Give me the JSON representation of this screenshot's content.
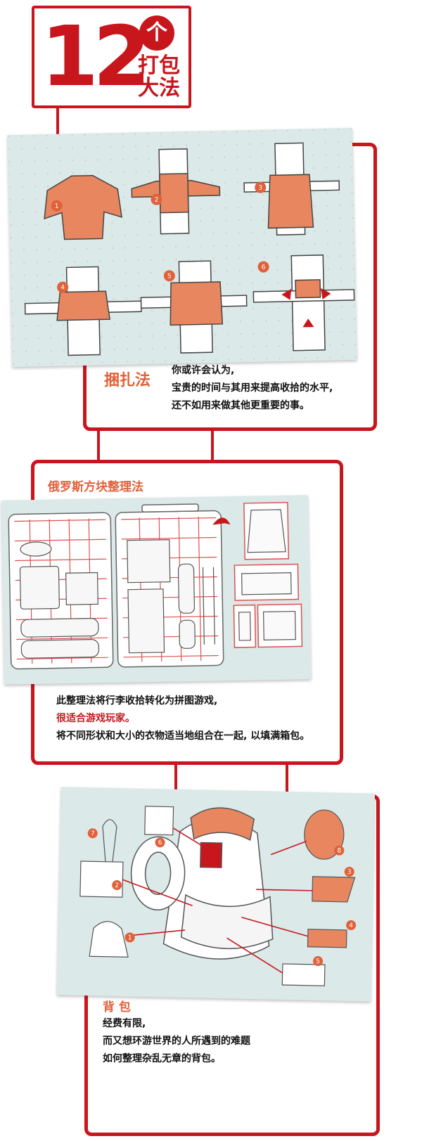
{
  "title": {
    "number": "12",
    "circle_char": "个",
    "subtitle_line1": "打包",
    "subtitle_line2": "大法"
  },
  "section1": {
    "heading": "捆扎法",
    "lines": [
      "你或许会认为,",
      "宝贵的时间与其用来提高收拾的水平,",
      "还不如用来做其他更重要的事。"
    ],
    "steps": [
      "1",
      "2",
      "3",
      "4",
      "5",
      "6"
    ]
  },
  "section2": {
    "heading": "俄罗斯方块整理法",
    "lines": [
      "此整理法将行李收拾转化为拼图游戏,",
      "很适合游戏玩家。",
      "将不同形状和大小的衣物适当地组合在一起, 以填满箱包。"
    ]
  },
  "section3": {
    "heading": "背 包",
    "lines": [
      "经费有限,",
      "而又想环游世界的人所遇到的难题",
      "如何整理杂乱无章的背包。"
    ],
    "markers": [
      "1",
      "2",
      "3",
      "4",
      "5",
      "6",
      "7",
      "8"
    ]
  },
  "colors": {
    "accent_red": "#c8161d",
    "heading_orange": "#e0613a",
    "panel_bg": "#dbe9e8",
    "garment_orange": "#e8875f"
  }
}
